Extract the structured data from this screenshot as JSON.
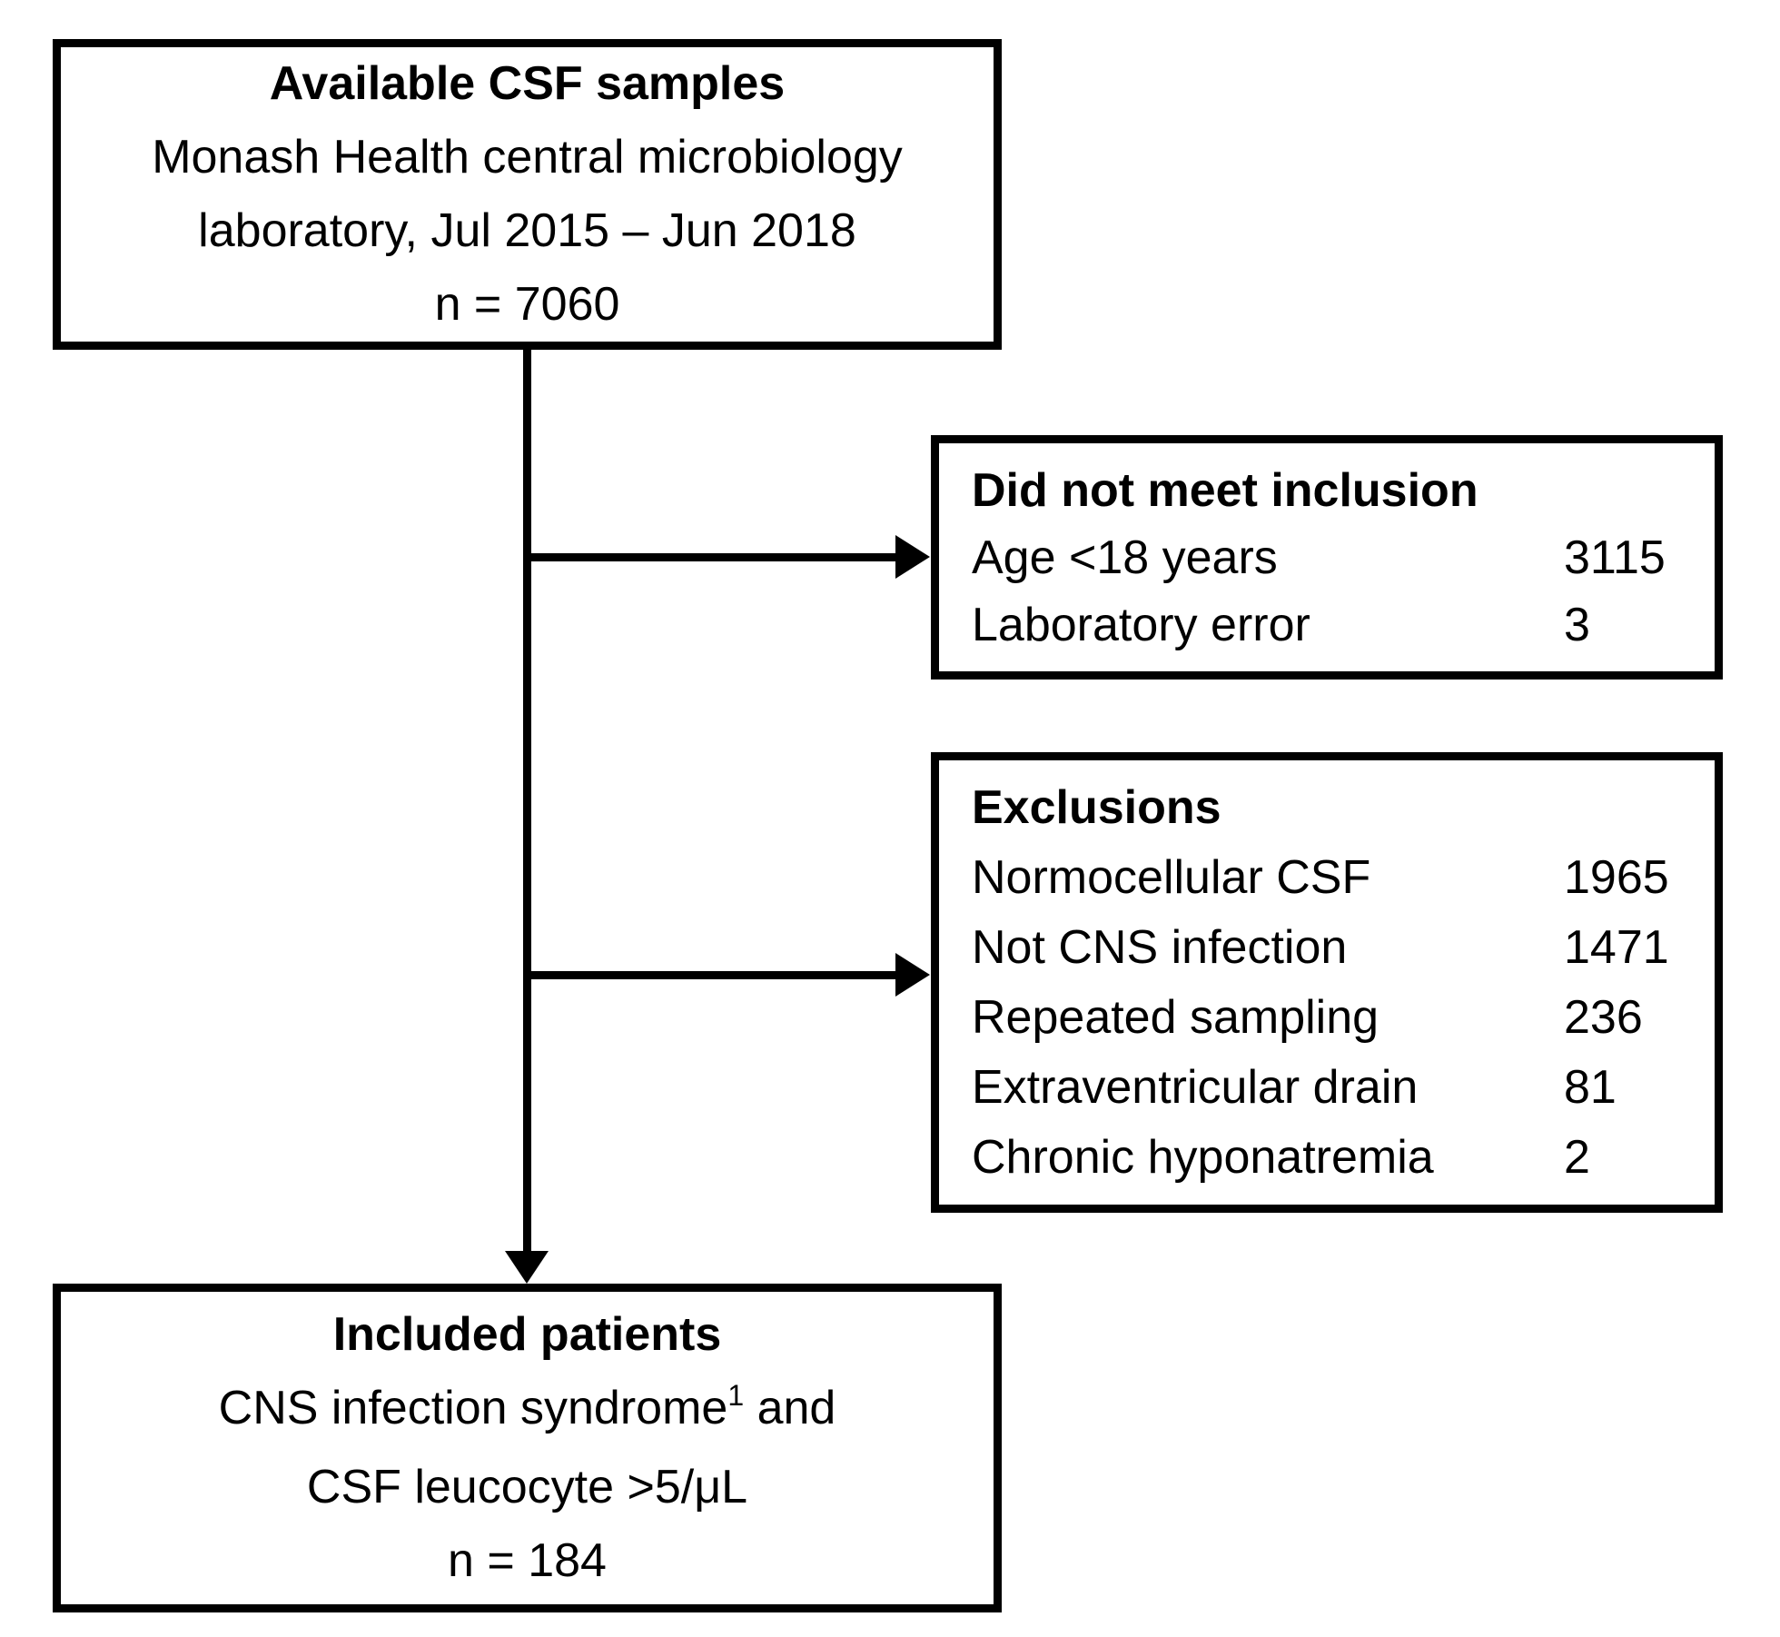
{
  "colors": {
    "text": "#000000",
    "border": "#000000",
    "background": "#ffffff"
  },
  "boxes": {
    "source": {
      "title": "Available CSF samples",
      "line1": "Monash Health central microbiology",
      "line2": "laboratory, Jul 2015 – Jun 2018",
      "n": "n = 7060"
    },
    "not_included": {
      "title": "Did not meet inclusion",
      "rows": [
        {
          "label": "Age <18 years",
          "value": "3115"
        },
        {
          "label": "Laboratory error",
          "value": "3"
        }
      ]
    },
    "exclusions": {
      "title": "Exclusions",
      "rows": [
        {
          "label": "Normocellular CSF",
          "value": "1965"
        },
        {
          "label": "Not CNS infection",
          "value": "1471"
        },
        {
          "label": "Repeated sampling",
          "value": "236"
        },
        {
          "label": "Extraventricular drain",
          "value": "81"
        },
        {
          "label": "Chronic hyponatremia",
          "value": "2"
        }
      ]
    },
    "included": {
      "title": "Included patients",
      "line1_pre": "CNS infection syndrome",
      "line1_sup": "1",
      "line1_post": " and",
      "line2": "CSF leucocyte >5/μL",
      "n": "n = 184"
    }
  }
}
